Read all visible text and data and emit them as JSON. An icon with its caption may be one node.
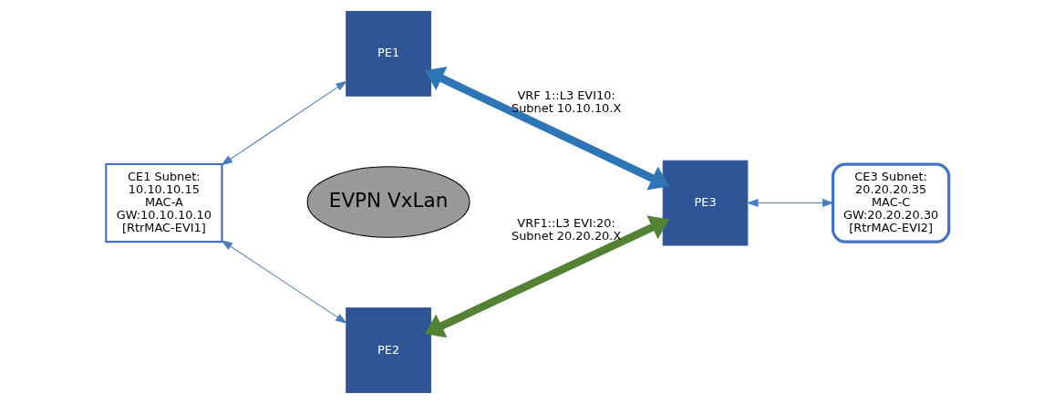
{
  "diagram": {
    "nodes": [
      {
        "text": [
          "CE1 Subnet: 10.10.10.15 MAC-A GW:10.10.10.10 [RtrMAC-EVI1]"
        ]
      },
      {
        "text": [
          "PE1"
        ]
      },
      {
        "text": [
          "PE2"
        ]
      },
      {
        "text": [
          "EVPN VxLan"
        ]
      },
      {
        "text": [
          "PE3"
        ]
      },
      {
        "text": [
          "CE3 Subnet: 20.20.20.35 MAC-C GW:20.20.20.30 [RtrMAC-EVI2]"
        ]
      }
    ],
    "edges": [
      {
        "from": 0,
        "to": 1,
        "arrow": "both"
      },
      {
        "from": 0,
        "to": 2,
        "arrow": "both"
      },
      {
        "from": 1,
        "to": 4,
        "arrow": "both",
        "label": "VRF 1::L3 EVI10: Subnet 10.10.10.X",
        "style": "thick",
        "color": "#2e75b6"
      },
      {
        "from": 2,
        "to": 4,
        "arrow": "both",
        "label": "VRF1::L3 EVI:20: Subnet 20.20.20.X",
        "style": "thick",
        "color": "#548235"
      },
      {
        "from": 4,
        "to": 5,
        "arrow": "both"
      }
    ]
  }
}
